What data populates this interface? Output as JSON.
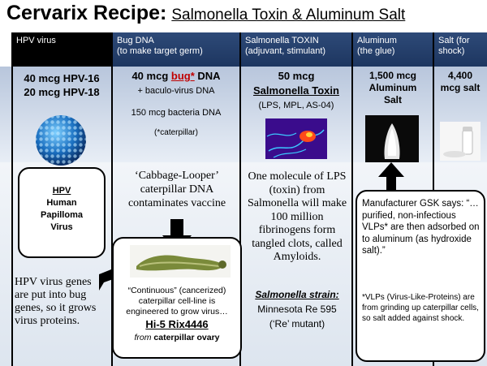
{
  "title": {
    "main": "Cervarix Recipe:",
    "sub": "Salmonella Toxin & Aluminum Salt"
  },
  "headers": {
    "hpv": "HPV virus",
    "bug1": "Bug  DNA",
    "bug2": "(to make target germ)",
    "salm1": "Salmonella TOXIN",
    "salm2": "(adjuvant, stimulant)",
    "alum1": "Aluminum",
    "alum2": "(the glue)",
    "salt1": "Salt (for",
    "salt2": "shock)"
  },
  "hpv": {
    "dose1": "40 mcg HPV-16",
    "dose2": "20 mcg HPV-18",
    "box_l1": "HPV",
    "box_l2": "Human",
    "box_l3": "Papilloma",
    "box_l4": "Virus",
    "genes": "HPV virus genes are put into bug genes, so it grows virus proteins."
  },
  "bug": {
    "dose_pre": "40 mcg ",
    "dose_link": "bug*",
    "dose_post": " DNA",
    "baculo": "+ baculo-virus DNA",
    "bacteria": "150 mcg bacteria DNA",
    "note": "(*caterpillar)",
    "cabbage": "‘Cabbage-Looper’ caterpillar DNA contaminates vaccine",
    "cell_line": "“Continuous” (cancerized) caterpillar cell-line is engineered to grow virus…",
    "hi5": "Hi-5 Rix4446",
    "from": "from",
    "ovary": "caterpillar ovary"
  },
  "salm": {
    "dose": "50 mcg",
    "name": "Salmonella Toxin",
    "lps": "(LPS, MPL, AS-04)",
    "molecule": "One molecule of LPS (toxin) from Salmonella will make 100 million fibrinogens form tangled clots, called Amyloids.",
    "strain_label": "Salmonella strain:",
    "strain": "Minnesota Re 595",
    "re": "(‘Re’ mutant)"
  },
  "alum": {
    "dose1": "1,500 mcg",
    "dose2": "Aluminum",
    "dose3": "Salt",
    "quote": "Manufacturer GSK says: “…purified, non-infectious VLPs* are then adsorbed on to aluminum (as hydroxide salt).”",
    "vlp": "*VLPs (Virus-Like-Proteins) are from grinding up caterpillar cells, so salt added against shock."
  },
  "salt": {
    "dose1": "4,400",
    "dose2": "mcg salt"
  },
  "colors": {
    "header_blue": "#2e4a78",
    "band": "#b8c6dc",
    "link_red": "#c00000"
  }
}
